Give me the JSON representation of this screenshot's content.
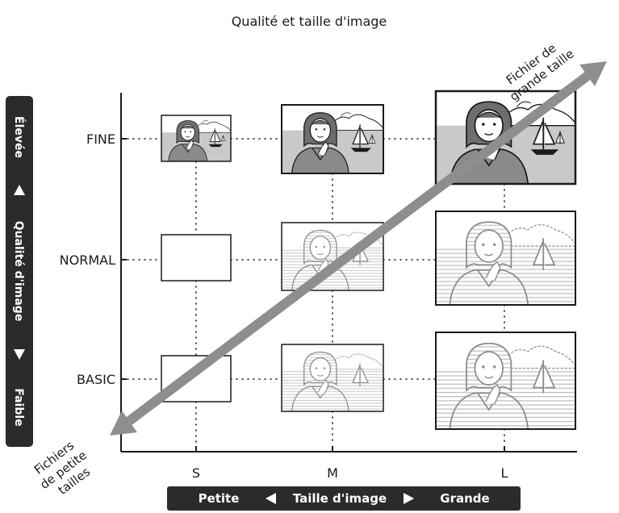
{
  "title": "Qualité et taille d'image",
  "quality_axis": {
    "high": "Élevée",
    "label": "Qualité d'image",
    "low": "Faible",
    "levels": [
      "FINE",
      "NORMAL",
      "BASIC"
    ]
  },
  "size_axis": {
    "small": "Petite",
    "label": "Taille d'image",
    "large": "Grande",
    "levels": [
      "S",
      "M",
      "L"
    ]
  },
  "arrow_labels": {
    "large_line1": "Fichier de",
    "large_line2": "grande taille",
    "small_line1": "Fichiers",
    "small_line2": "de petite",
    "small_line3": "tailles"
  },
  "grid": {
    "cells": [
      {
        "quality": "FINE",
        "size": "S",
        "image": "portrait-photo"
      },
      {
        "quality": "FINE",
        "size": "M",
        "image": "portrait-photo"
      },
      {
        "quality": "FINE",
        "size": "L",
        "image": "portrait-photo"
      },
      {
        "quality": "NORMAL",
        "size": "S",
        "image": "blank"
      },
      {
        "quality": "NORMAL",
        "size": "M",
        "image": "portrait-photo-faded"
      },
      {
        "quality": "NORMAL",
        "size": "L",
        "image": "portrait-photo-faded"
      },
      {
        "quality": "BASIC",
        "size": "S",
        "image": "blank"
      },
      {
        "quality": "BASIC",
        "size": "M",
        "image": "portrait-photo-faded"
      },
      {
        "quality": "BASIC",
        "size": "L",
        "image": "portrait-photo-faded"
      }
    ]
  },
  "colors": {
    "arrow": "#8e8e8e",
    "pill": "#2b2b2b",
    "photo_bg": "#c9c9c9"
  }
}
